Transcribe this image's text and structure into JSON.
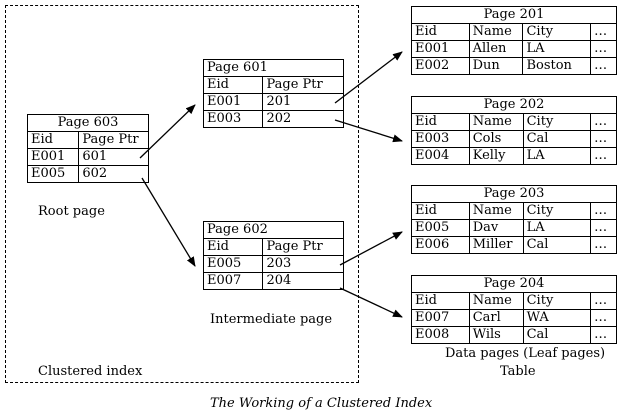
{
  "root_page": {
    "title": "Page 603",
    "headers": [
      "Eid",
      "Page Ptr"
    ],
    "rows": [
      [
        "E001",
        "601"
      ],
      [
        "E005",
        "602"
      ]
    ],
    "label": "Root page"
  },
  "intermediate_pages": [
    {
      "title": "Page 601",
      "headers": [
        "Eid",
        "Page Ptr"
      ],
      "rows": [
        [
          "E001",
          "201"
        ],
        [
          "E003",
          "202"
        ]
      ]
    },
    {
      "title": "Page 602",
      "headers": [
        "Eid",
        "Page Ptr"
      ],
      "rows": [
        [
          "E005",
          "203"
        ],
        [
          "E007",
          "204"
        ]
      ]
    }
  ],
  "intermediate_label": "Intermediate page",
  "clustered_index_label": "Clustered index",
  "data_pages": [
    {
      "title": "Page 201",
      "headers": [
        "Eid",
        "Name",
        "City",
        "…"
      ],
      "rows": [
        [
          "E001",
          "Allen",
          "LA",
          "…"
        ],
        [
          "E002",
          "Dun",
          "Boston",
          "…"
        ]
      ]
    },
    {
      "title": "Page 202",
      "headers": [
        "Eid",
        "Name",
        "City",
        "…"
      ],
      "rows": [
        [
          "E003",
          "Cols",
          "Cal",
          "…"
        ],
        [
          "E004",
          "Kelly",
          "LA",
          "…"
        ]
      ]
    },
    {
      "title": "Page 203",
      "headers": [
        "Eid",
        "Name",
        "City",
        "…"
      ],
      "rows": [
        [
          "E005",
          "Dav",
          "LA",
          "…"
        ],
        [
          "E006",
          "Miller",
          "Cal",
          "…"
        ]
      ]
    },
    {
      "title": "Page 204",
      "headers": [
        "Eid",
        "Name",
        "City",
        "…"
      ],
      "rows": [
        [
          "E007",
          "Carl",
          "WA",
          "…"
        ],
        [
          "E008",
          "Wils",
          "Cal",
          "…"
        ]
      ]
    }
  ],
  "data_pages_label": "Data pages (Leaf pages)",
  "table_label": "Table",
  "caption": "The Working of a Clustered Index",
  "colors": {
    "line": "#000000",
    "background": "#ffffff"
  }
}
